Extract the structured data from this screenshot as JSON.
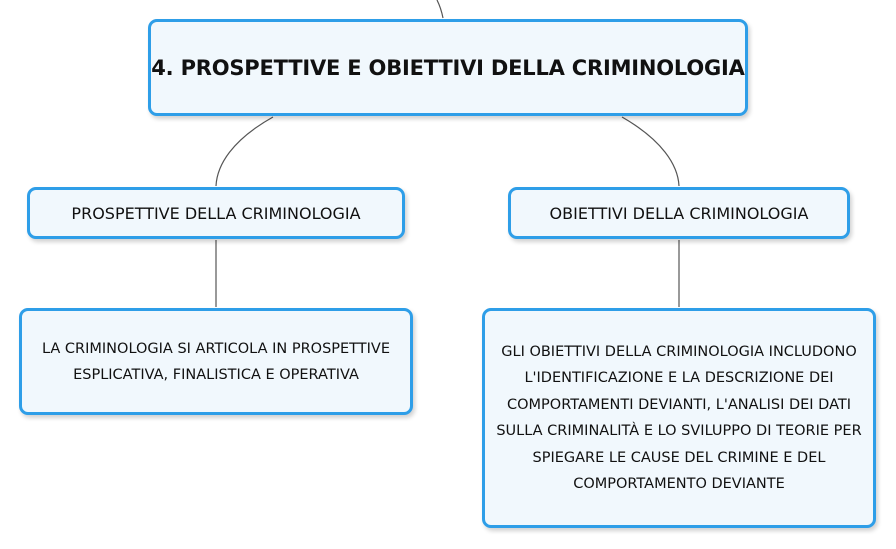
{
  "mindmap": {
    "root": {
      "label": "4. PROSPETTIVE E OBIETTIVI DELLA CRIMINOLOGIA"
    },
    "branches": [
      {
        "label": "PROSPETTIVE DELLA CRIMINOLOGIA",
        "detail": "LA CRIMINOLOGIA SI ARTICOLA IN PROSPETTIVE ESPLICATIVA, FINALISTICA E OPERATIVA"
      },
      {
        "label": "OBIETTIVI DELLA CRIMINOLOGIA",
        "detail": "GLI OBIETTIVI DELLA CRIMINOLOGIA INCLUDONO L'IDENTIFICAZIONE E LA DESCRIZIONE DEI COMPORTAMENTI DEVIANTI, L'ANALISI DEI DATI SULLA CRIMINALITÀ E LO SVILUPPO DI TEORIE PER SPIEGARE LE CAUSE DEL CRIMINE E DEL COMPORTAMENTO DEVIANTE"
      }
    ]
  },
  "colors": {
    "node_border": "#2e9ee8",
    "node_fill": "#f1f8fd",
    "connector": "#555555",
    "text": "#111111"
  }
}
